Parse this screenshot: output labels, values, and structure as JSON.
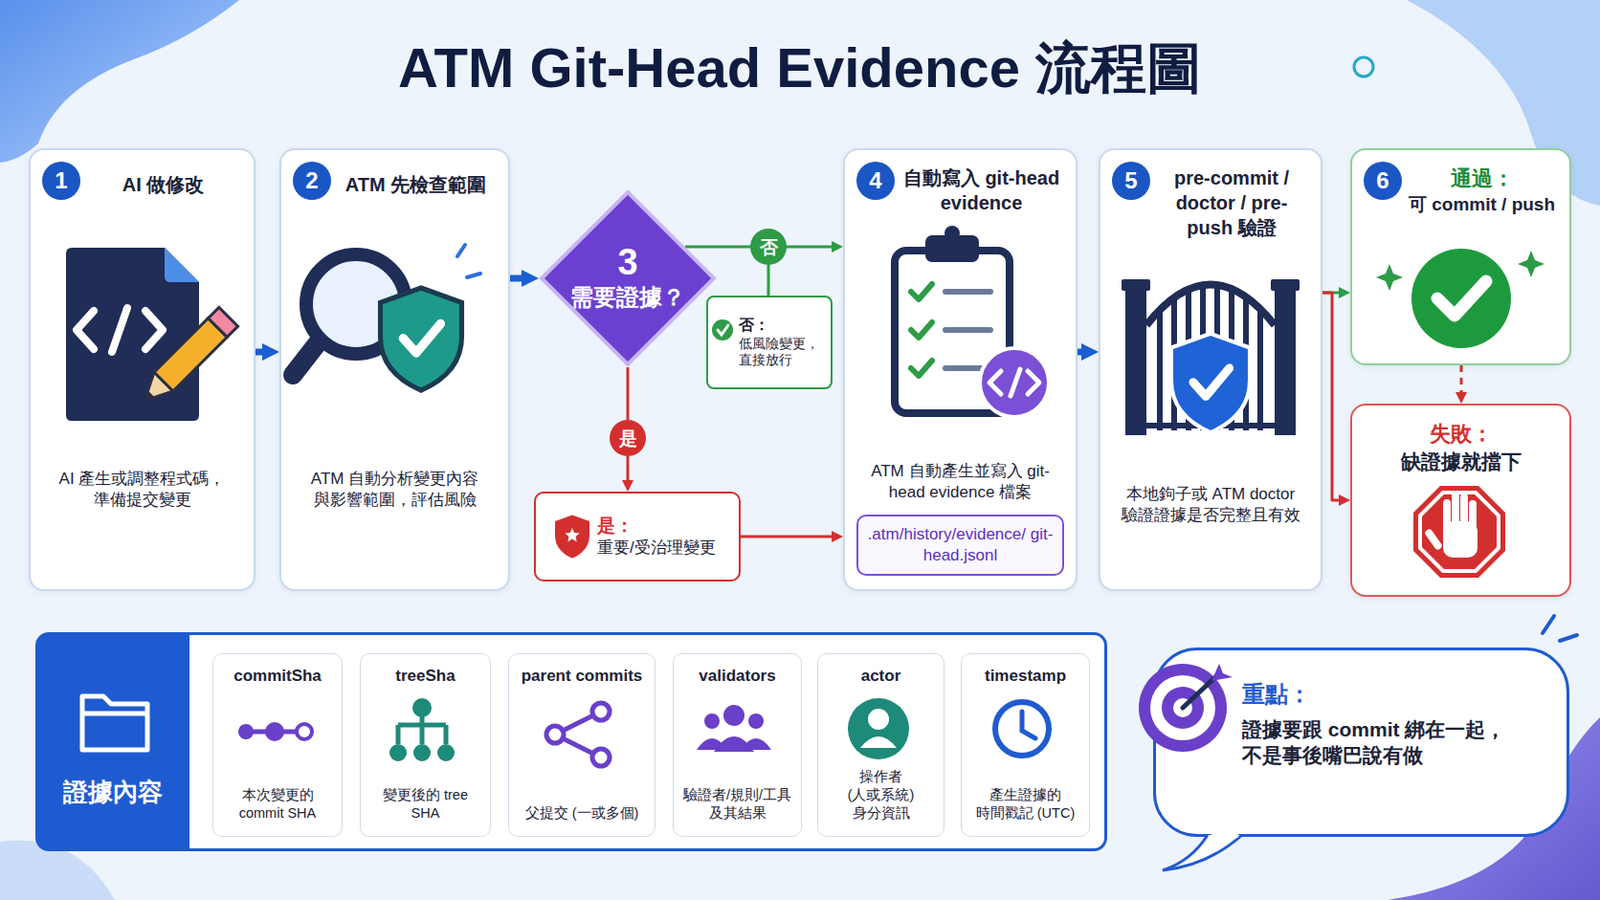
{
  "diagram": {
    "title": "ATM Git-Head Evidence 流程圖",
    "nodes": [
      {
        "text": [
          "AI 做修改",
          "AI 產生或調整程式碼， 準備提交變更"
        ]
      },
      {
        "text": [
          "1"
        ],
        "in": 0
      },
      {
        "text": [
          "ATM 先檢查範圍",
          "ATM 自動分析變更內容 與影響範圍，評估風險"
        ]
      },
      {
        "text": [
          "2"
        ],
        "in": 2
      },
      {
        "text": [
          "3",
          "需要證據？"
        ]
      },
      {
        "text": [
          "否"
        ]
      },
      {
        "text": [
          "否：",
          "低風險變更， 直接放行"
        ]
      },
      {
        "text": [
          "是"
        ]
      },
      {
        "text": [
          "是：",
          "重要/受治理變更"
        ]
      },
      {
        "text": [
          "自動寫入 git-head evidence",
          "ATM 自動產生並寫入 git-head evidence 檔案"
        ]
      },
      {
        "text": [
          "4"
        ],
        "in": 9
      },
      {
        "text": [
          ".atm/history/evidence/ git-head.jsonl"
        ],
        "in": 9
      },
      {
        "text": [
          "pre-commit / doctor / pre-push 驗證",
          "本地鉤子或 ATM doctor 驗證證據是否完整且有效"
        ]
      },
      {
        "text": [
          "5"
        ],
        "in": 12
      },
      {
        "text": [
          "通過：",
          "可 commit / push"
        ]
      },
      {
        "text": [
          "6"
        ],
        "in": 14
      },
      {
        "text": [
          "失敗：",
          "缺證據就擋下"
        ]
      },
      {
        "text": [
          "證據內容"
        ]
      },
      {
        "text": [
          "commitSha",
          "本次變更的 commit SHA"
        ],
        "in": 17
      },
      {
        "text": [
          "treeSha",
          "變更後的 tree SHA"
        ],
        "in": 17
      },
      {
        "text": [
          "parent commits",
          "父提交 (一或多個)"
        ],
        "in": 17
      },
      {
        "text": [
          "validators",
          "驗證者/規則/工具 及其結果"
        ],
        "in": 17
      },
      {
        "text": [
          "actor",
          "操作者 (人或系統) 身分資訊"
        ],
        "in": 17
      },
      {
        "text": [
          "timestamp",
          "產生證據的 時間戳記 (UTC)"
        ],
        "in": 17
      },
      {
        "text": [
          "重點：",
          "證據要跟 commit 綁在一起， 不是事後嘴巴說有做"
        ]
      }
    ],
    "edges": [
      {
        "from": 0,
        "to": 2,
        "arrow": "to"
      },
      {
        "from": 2,
        "to": 4,
        "arrow": "to"
      },
      {
        "from": 4,
        "to": 5,
        "arrow": "none"
      },
      {
        "from": 5,
        "to": 9,
        "arrow": "to"
      },
      {
        "from": 5,
        "to": 6,
        "arrow": "none"
      },
      {
        "from": 4,
        "to": 7,
        "arrow": "none"
      },
      {
        "from": 7,
        "to": 8,
        "arrow": "to"
      },
      {
        "from": 8,
        "to": 9,
        "arrow": "to"
      },
      {
        "from": 9,
        "to": 12,
        "arrow": "to"
      },
      {
        "from": 12,
        "to": 14,
        "arrow": "to"
      },
      {
        "from": 12,
        "to": 16,
        "arrow": "to"
      },
      {
        "from": 14,
        "to": 16,
        "arrow": "to"
      }
    ]
  }
}
